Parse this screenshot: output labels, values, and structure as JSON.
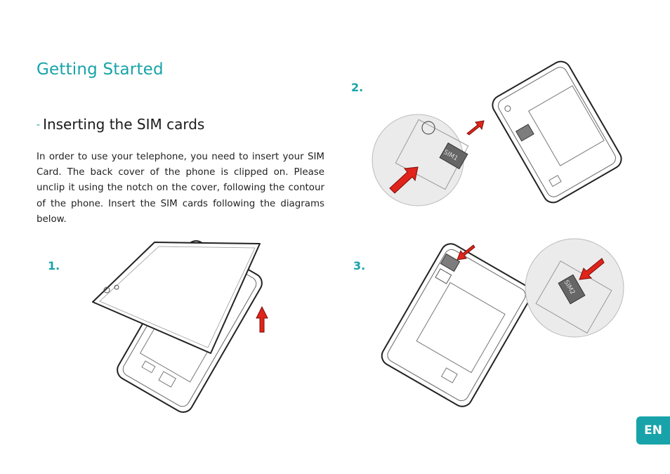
{
  "page": {
    "title": "Getting Started",
    "section_dash": "-",
    "section_title": "Inserting the SIM cards",
    "body": "In order to use your telephone, you need to insert your SIM Card. The back cover of the phone is clipped on. Please unclip it using the notch on the cover, following the contour of the phone. Insert the SIM cards following the diagrams below.",
    "language_tab": "EN"
  },
  "steps": [
    {
      "number": "1."
    },
    {
      "number": "2.",
      "card_label": "SIM1"
    },
    {
      "number": "3.",
      "card_label": "SIM2"
    }
  ],
  "colors": {
    "accent": "#17a3a9",
    "arrow": "#e0241b",
    "sim_card": "#7d7d7d"
  }
}
